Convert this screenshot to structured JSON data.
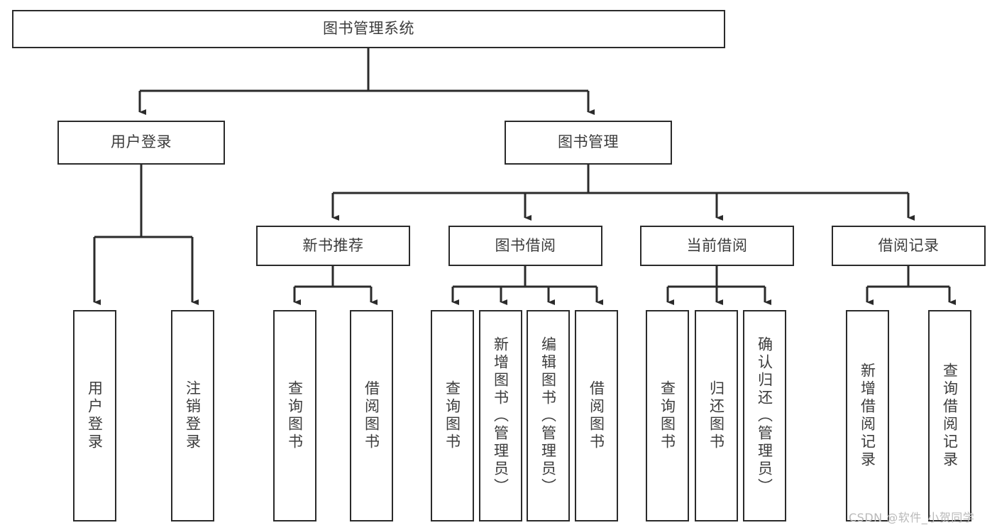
{
  "diagram": {
    "type": "tree",
    "title": "图书管理系统",
    "watermark": "CSDN @软件_小贺同学",
    "colors": {
      "stroke": "#2b2b2b",
      "text": "#3c3c3c",
      "background": "#ffffff",
      "watermark": "#b9b9b9"
    },
    "nodes": {
      "root": {
        "label": "图书管理系统"
      },
      "level2": [
        {
          "id": "user-login",
          "label": "用户登录"
        },
        {
          "id": "book-management",
          "label": "图书管理"
        }
      ],
      "level3": [
        {
          "id": "new-book-recommend",
          "label": "新书推荐"
        },
        {
          "id": "book-borrow",
          "label": "图书借阅"
        },
        {
          "id": "current-borrow",
          "label": "当前借阅"
        },
        {
          "id": "borrow-record",
          "label": "借阅记录"
        }
      ],
      "leaves": {
        "user_login": [
          {
            "id": "leaf-user-login",
            "label": "用户登录"
          },
          {
            "id": "leaf-logout-login",
            "label": "注销登录"
          }
        ],
        "new_book_recommend": [
          {
            "id": "leaf-query-book-1",
            "label": "查询图书"
          },
          {
            "id": "leaf-borrow-book-1",
            "label": "借阅图书"
          }
        ],
        "book_borrow": [
          {
            "id": "leaf-query-book-2",
            "label": "查询图书"
          },
          {
            "id": "leaf-add-book",
            "label": "新增图书（管理员）"
          },
          {
            "id": "leaf-edit-book",
            "label": "编辑图书（管理员）"
          },
          {
            "id": "leaf-borrow-book-2",
            "label": "借阅图书"
          }
        ],
        "current_borrow": [
          {
            "id": "leaf-query-book-3",
            "label": "查询图书"
          },
          {
            "id": "leaf-return-book",
            "label": "归还图书"
          },
          {
            "id": "leaf-confirm-return",
            "label": "确认归还（管理员）"
          }
        ],
        "borrow_record": [
          {
            "id": "leaf-add-record",
            "label": "新增借阅记录"
          },
          {
            "id": "leaf-query-record",
            "label": "查询借阅记录"
          }
        ]
      }
    }
  }
}
